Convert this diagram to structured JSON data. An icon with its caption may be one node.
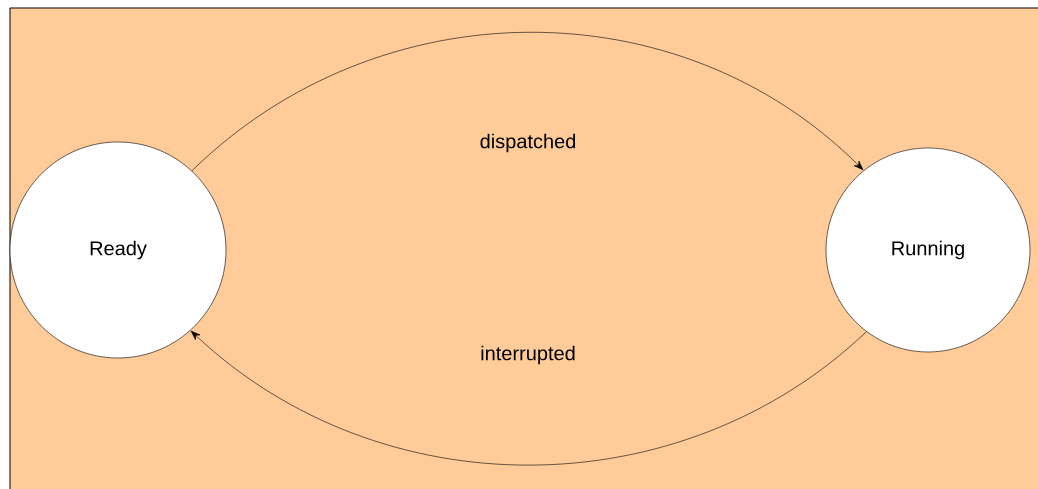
{
  "diagram": {
    "nodes": [
      {
        "text": [
          "Ready"
        ]
      },
      {
        "text": [
          "Running"
        ]
      }
    ],
    "edges": [
      {
        "from": 0,
        "to": 1,
        "arrow": "to",
        "label": "dispatched"
      },
      {
        "from": 1,
        "to": 0,
        "arrow": "to",
        "label": "interrupted"
      }
    ]
  }
}
